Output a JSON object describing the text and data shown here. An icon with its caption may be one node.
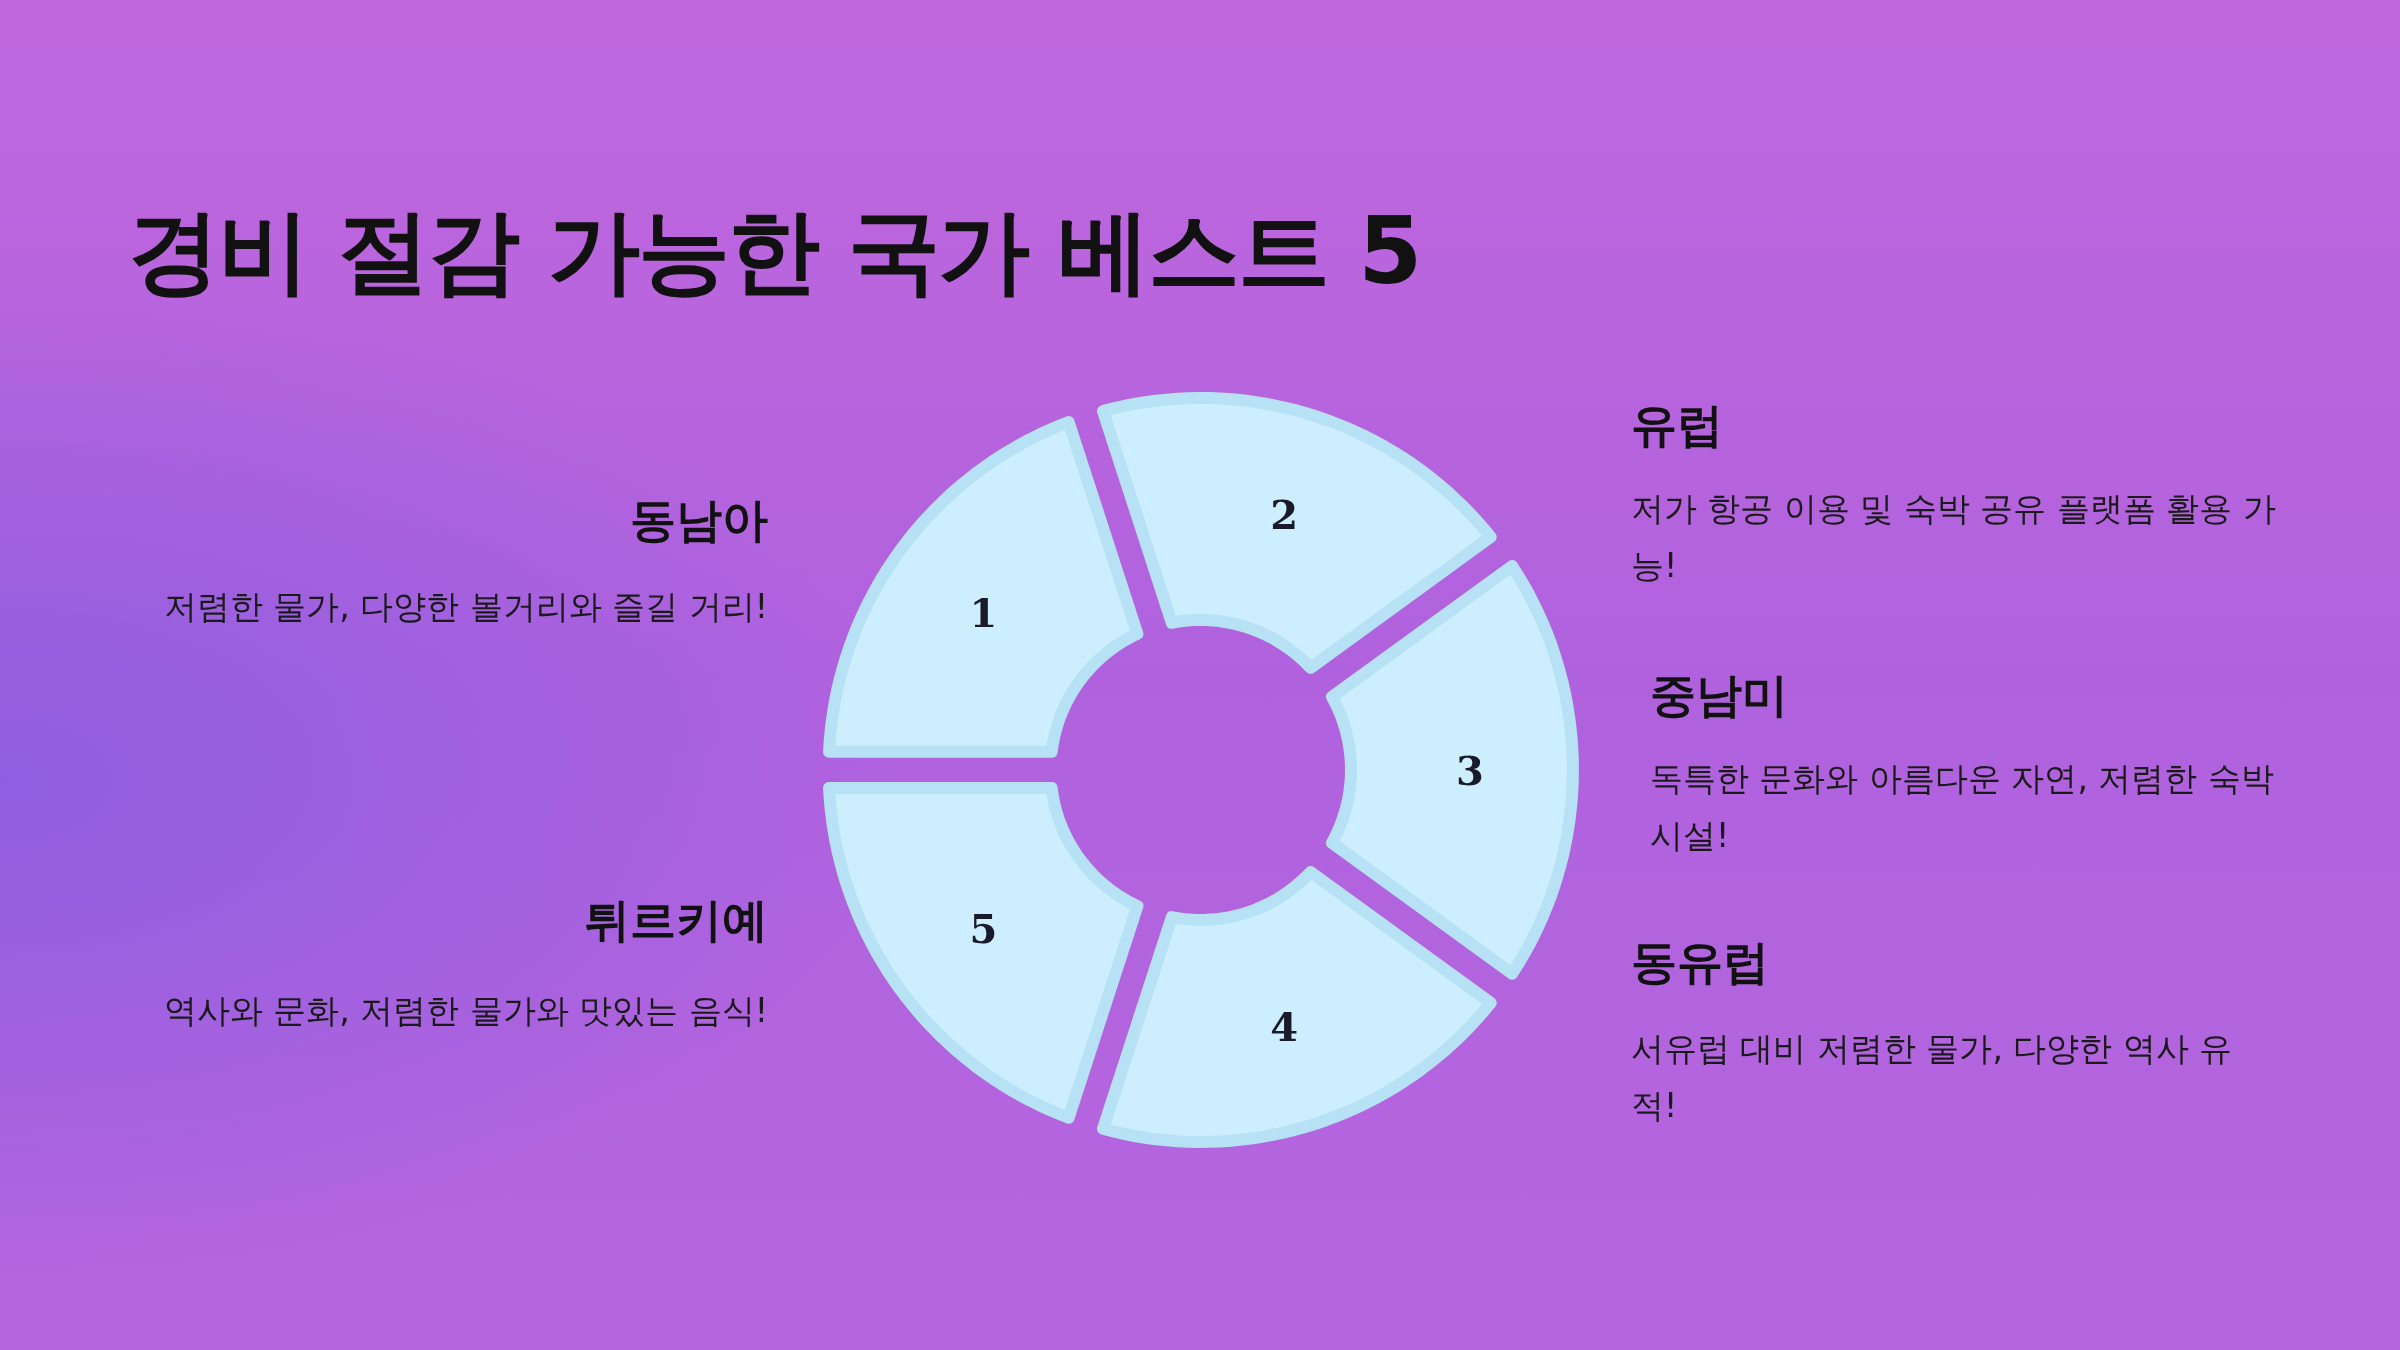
{
  "diagram": {
    "title": "경비 절감 가능한 국가 베스트 5",
    "nodes": [
      {
        "text": [
          "1"
        ],
        "beside": [
          "동남아",
          "저렴한 물가, 다양한 볼거리와 즐길 거리!"
        ]
      },
      {
        "text": [
          "2"
        ],
        "beside": [
          "유럽",
          "저가 항공 이용 및 숙박 공유 플랫폼 활용 가능!"
        ]
      },
      {
        "text": [
          "3"
        ],
        "beside": [
          "중남미",
          "독특한 문화와 아름다운 자연, 저렴한 숙박 시설!"
        ]
      },
      {
        "text": [
          "4"
        ],
        "beside": [
          "동유럽",
          "서유럽 대비 저렴한 물가, 다양한 역사 유적!"
        ]
      },
      {
        "text": [
          "5"
        ],
        "beside": [
          "튀르키예",
          "역사와 문화, 저렴한 물가와 맛있는 음식!"
        ]
      }
    ]
  }
}
